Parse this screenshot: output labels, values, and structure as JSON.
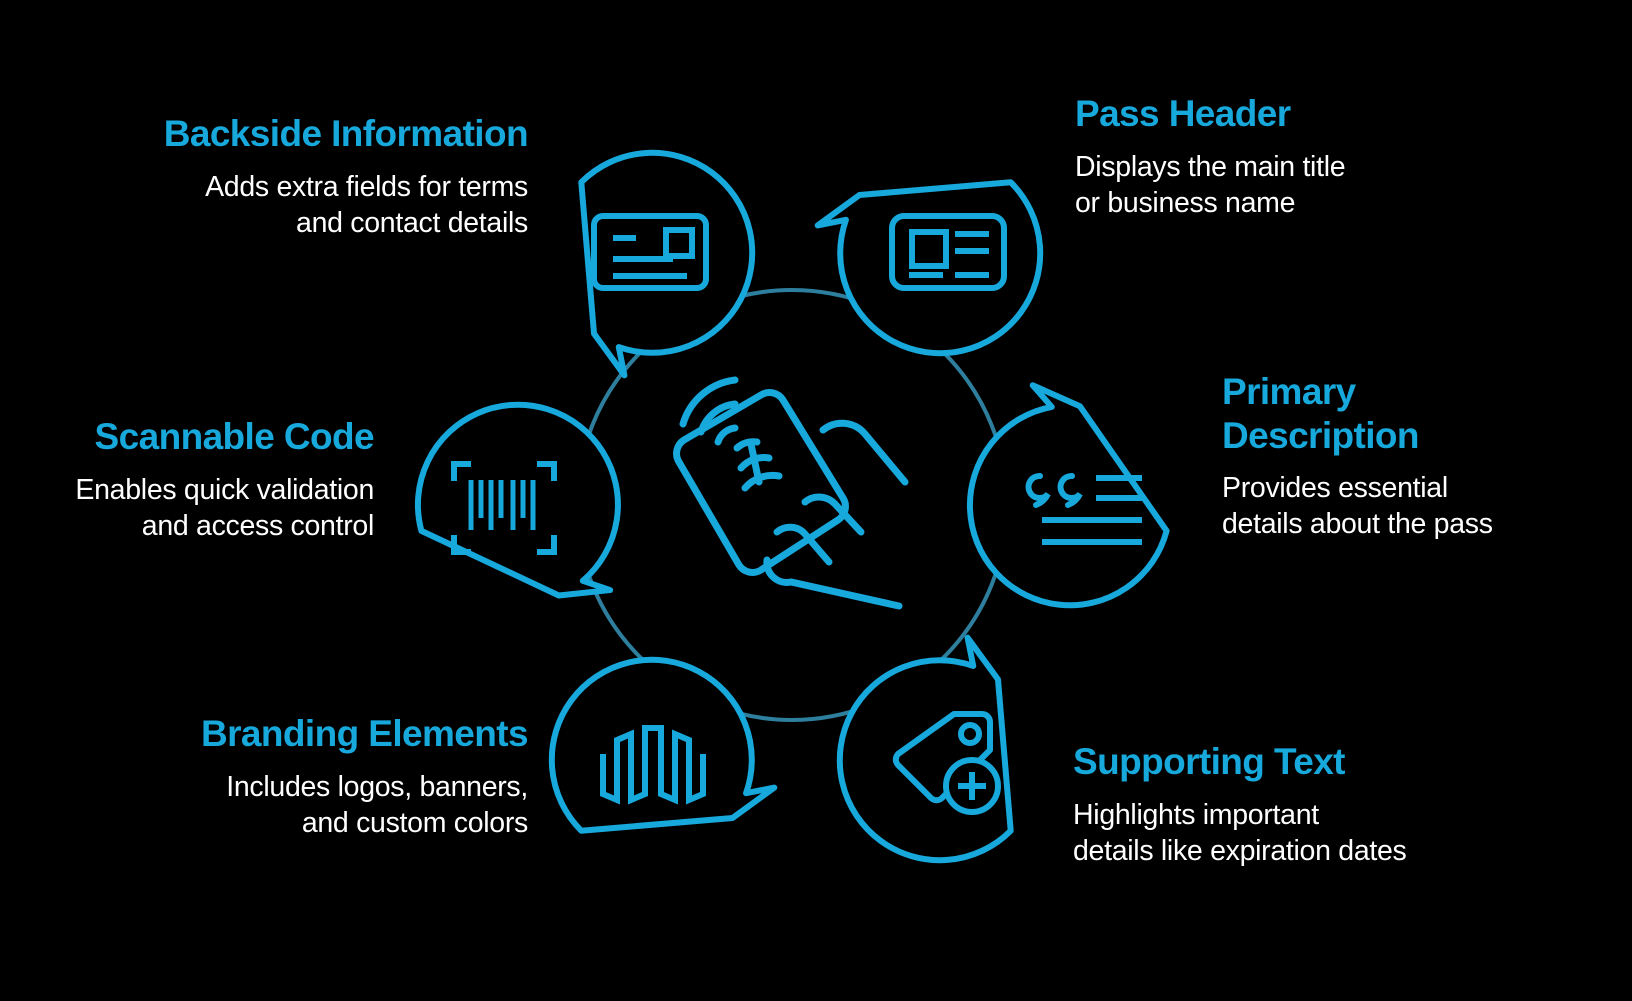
{
  "theme": {
    "background": "#000000",
    "accent": "#17a8dc",
    "ring": "#2d7f9d",
    "text": "#ffffff"
  },
  "center": {
    "icon": "contactless-tap-card-icon"
  },
  "nodes": [
    {
      "id": "backside-information",
      "title": "Backside Information",
      "description": "Adds extra fields for terms\nand contact details",
      "icon": "card-back-icon",
      "align": "right",
      "position": "top-left"
    },
    {
      "id": "pass-header",
      "title": "Pass Header",
      "description": "Displays the main title\nor business name",
      "icon": "id-card-icon",
      "align": "left",
      "position": "top-right"
    },
    {
      "id": "scannable-code",
      "title": "Scannable Code",
      "description": "Enables quick validation\nand access control",
      "icon": "barcode-scan-icon",
      "align": "right",
      "position": "middle-left"
    },
    {
      "id": "primary-description",
      "title": "Primary\nDescription",
      "description": "Provides essential\ndetails about the pass",
      "icon": "quote-lines-icon",
      "align": "left",
      "position": "middle-right"
    },
    {
      "id": "branding-elements",
      "title": "Branding Elements",
      "description": "Includes logos, banners,\nand custom colors",
      "icon": "waveform-bars-icon",
      "align": "right",
      "position": "bottom-left"
    },
    {
      "id": "supporting-text",
      "title": "Supporting Text",
      "description": "Highlights important\ndetails like expiration dates",
      "icon": "price-tag-plus-icon",
      "align": "left",
      "position": "bottom-right"
    }
  ]
}
